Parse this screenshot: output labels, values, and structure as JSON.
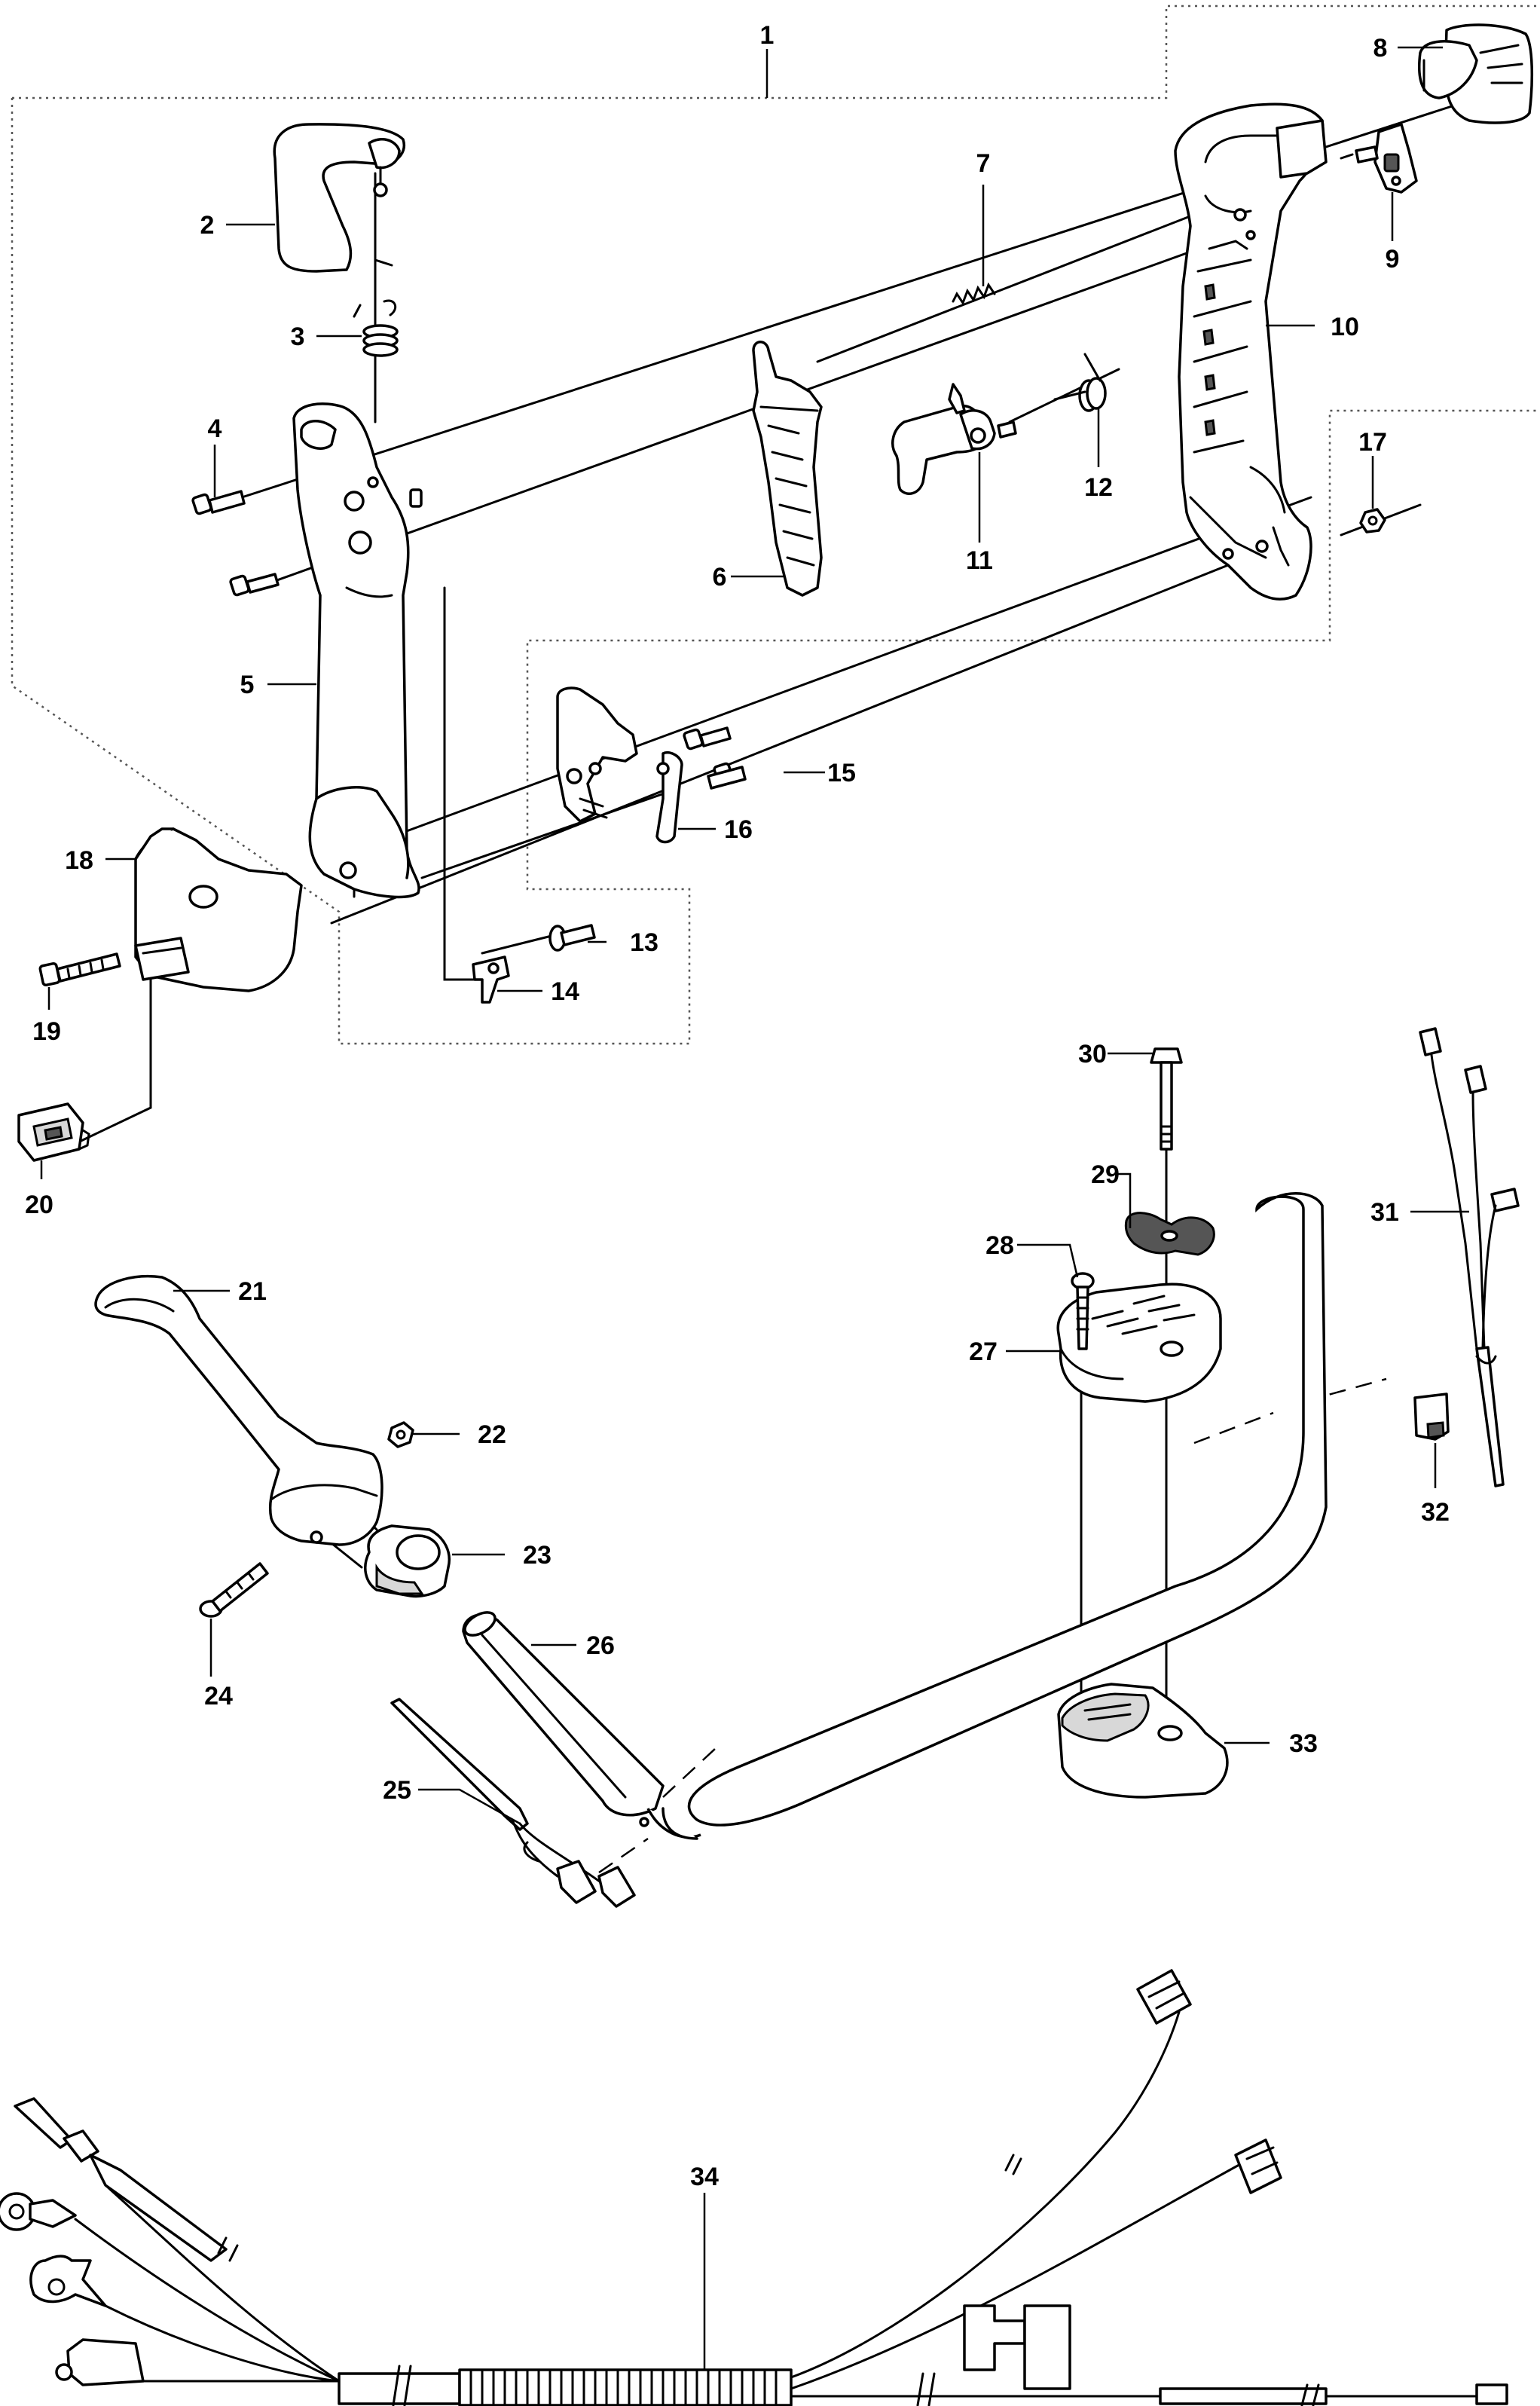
{
  "callouts": [
    "1",
    "2",
    "3",
    "4",
    "5",
    "6",
    "7",
    "8",
    "9",
    "10",
    "11",
    "12",
    "13",
    "14",
    "15",
    "16",
    "17",
    "18",
    "19",
    "20",
    "21",
    "22",
    "23",
    "24",
    "25",
    "26",
    "27",
    "28",
    "29",
    "30",
    "31",
    "32",
    "33",
    "34"
  ],
  "colors": {
    "line": "#000000",
    "fill": "#ffffff",
    "shade": "#d8d8d8",
    "dark": "#555555",
    "group_border": "#555555"
  },
  "parts": [
    {
      "callout": "1",
      "icon": "group-bracket"
    },
    {
      "callout": "2",
      "icon": "throttle-cap"
    },
    {
      "callout": "3",
      "icon": "spring"
    },
    {
      "callout": "4",
      "icon": "screw"
    },
    {
      "callout": "5",
      "icon": "handle-half-left"
    },
    {
      "callout": "6",
      "icon": "throttle-lockout"
    },
    {
      "callout": "7",
      "icon": "spring"
    },
    {
      "callout": "8",
      "icon": "handle-cap"
    },
    {
      "callout": "9",
      "icon": "stop-switch"
    },
    {
      "callout": "10",
      "icon": "handle-half-right"
    },
    {
      "callout": "11",
      "icon": "throttle-trigger"
    },
    {
      "callout": "12",
      "icon": "torsion-spring"
    },
    {
      "callout": "13",
      "icon": "screw"
    },
    {
      "callout": "14",
      "icon": "clip"
    },
    {
      "callout": "15",
      "icon": "screw"
    },
    {
      "callout": "16",
      "icon": "lever"
    },
    {
      "callout": "17",
      "icon": "nut"
    },
    {
      "callout": "18",
      "icon": "handle-bracket"
    },
    {
      "callout": "19",
      "icon": "screw"
    },
    {
      "callout": "20",
      "icon": "switch"
    },
    {
      "callout": "21",
      "icon": "left-grip"
    },
    {
      "callout": "22",
      "icon": "nut"
    },
    {
      "callout": "23",
      "icon": "clamp-knob"
    },
    {
      "callout": "24",
      "icon": "screw"
    },
    {
      "callout": "25",
      "icon": "cable"
    },
    {
      "callout": "26",
      "icon": "sleeve"
    },
    {
      "callout": "27",
      "icon": "clamp-upper"
    },
    {
      "callout": "28",
      "icon": "screw"
    },
    {
      "callout": "29",
      "icon": "wing-nut"
    },
    {
      "callout": "30",
      "icon": "bolt"
    },
    {
      "callout": "31",
      "icon": "wiring-harness"
    },
    {
      "callout": "32",
      "icon": "clip"
    },
    {
      "callout": "33",
      "icon": "clamp-lower"
    },
    {
      "callout": "34",
      "icon": "wiring-harness"
    }
  ]
}
